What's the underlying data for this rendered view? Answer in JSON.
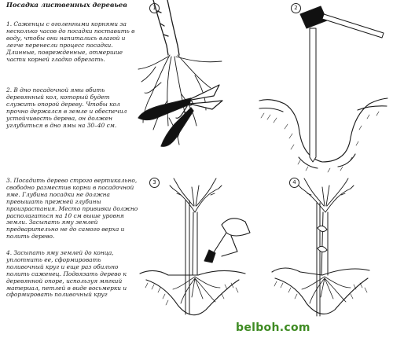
{
  "instructions": {
    "title": "Посадка лиственных деревьев",
    "step1": "1. Саженцы с оголенными корнями за несколько часов до посадки поставить в воду, чтобы они напитались влагой и легче перенесли процесс посадки. Длинные, поврежденные, отмершие части корней гладко обрезать.",
    "step2": "2. В дно посадочной ямы вбить деревянный кол, который будет служить опорой дереву. Чтобы кол прочно держался в земле и обеспечил устойчивость дерева, он должен углубиться в дно ямы на 30–40 см.",
    "step3": "3. Посадить дерево строго вертикально, свободно разместив корни в посадочной яме. Глубина посадки не должна превышать прежней глубины произрастания. Место прививки должно располагаться на 10 см выше уровня земли. Засыпать яму землей предварительно не до самого верха и полить дерево.",
    "step4": "4. Засыпать яму землей до конца, уплотнить ее, сформировать поливочный круг и еще раз обильно полить саженец. Подвязать дерево к деревянной опоре, используя мягкий материал, петлей в виде восьмерки и сформировать поливочный круг"
  },
  "figures": {
    "n1": "1",
    "n2": "2",
    "n3": "3",
    "n4": "4"
  },
  "watermark": "belboh.com"
}
